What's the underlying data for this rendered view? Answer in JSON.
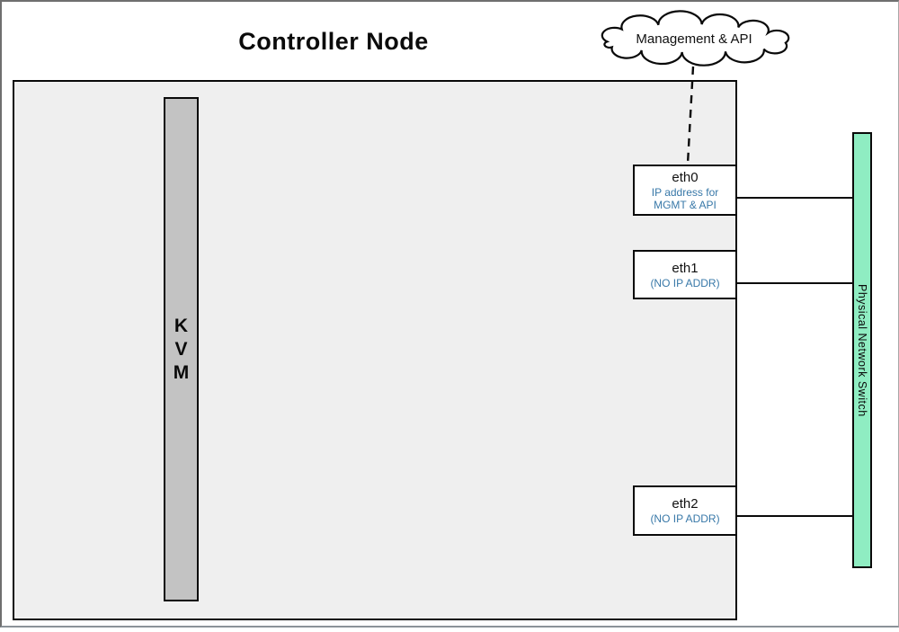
{
  "title": "Controller Node",
  "cloud": {
    "label": "Management & API"
  },
  "node": {
    "kvm_label": "K\nV\nM"
  },
  "interfaces": [
    {
      "name": "eth0",
      "subtitle": "IP address for\nMGMT & API"
    },
    {
      "name": "eth1",
      "subtitle": "(NO IP ADDR)"
    },
    {
      "name": "eth2",
      "subtitle": "(NO IP ADDR)"
    }
  ],
  "switch": {
    "label": "Physical Network Switch"
  },
  "colors": {
    "node_fill": "#efefef",
    "kvm_gray": "#c3c3c3",
    "switch_green": "#8fedc2",
    "subtitle_blue": "#3878a8",
    "line_black": "#0a0a0a"
  }
}
